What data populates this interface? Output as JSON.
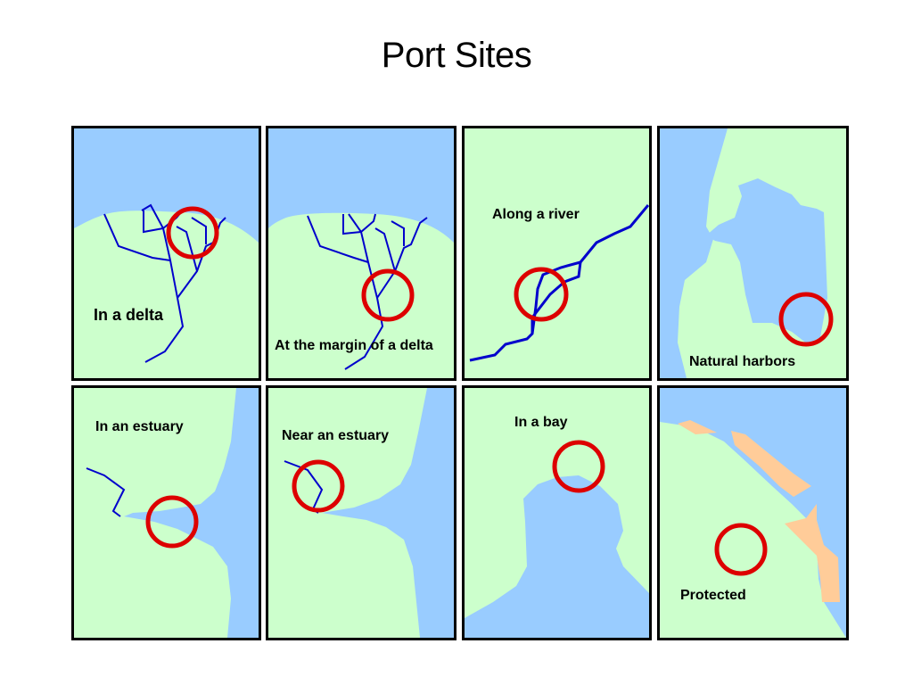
{
  "title": "Port Sites",
  "colors": {
    "land": "#ccffcc",
    "water": "#99ccff",
    "river": "#0000cc",
    "circle": "#dd0000",
    "sand": "#ffcc99"
  },
  "panels": [
    {
      "id": "delta",
      "label": "In a delta"
    },
    {
      "id": "delta-margin",
      "label": "At the margin of a delta"
    },
    {
      "id": "river",
      "label": "Along a river"
    },
    {
      "id": "natural-harbor",
      "label": "Natural harbors"
    },
    {
      "id": "estuary",
      "label": "In an estuary"
    },
    {
      "id": "near-estuary",
      "label": "Near an estuary"
    },
    {
      "id": "bay",
      "label": "In a bay"
    },
    {
      "id": "protected",
      "label": "Protected"
    }
  ]
}
